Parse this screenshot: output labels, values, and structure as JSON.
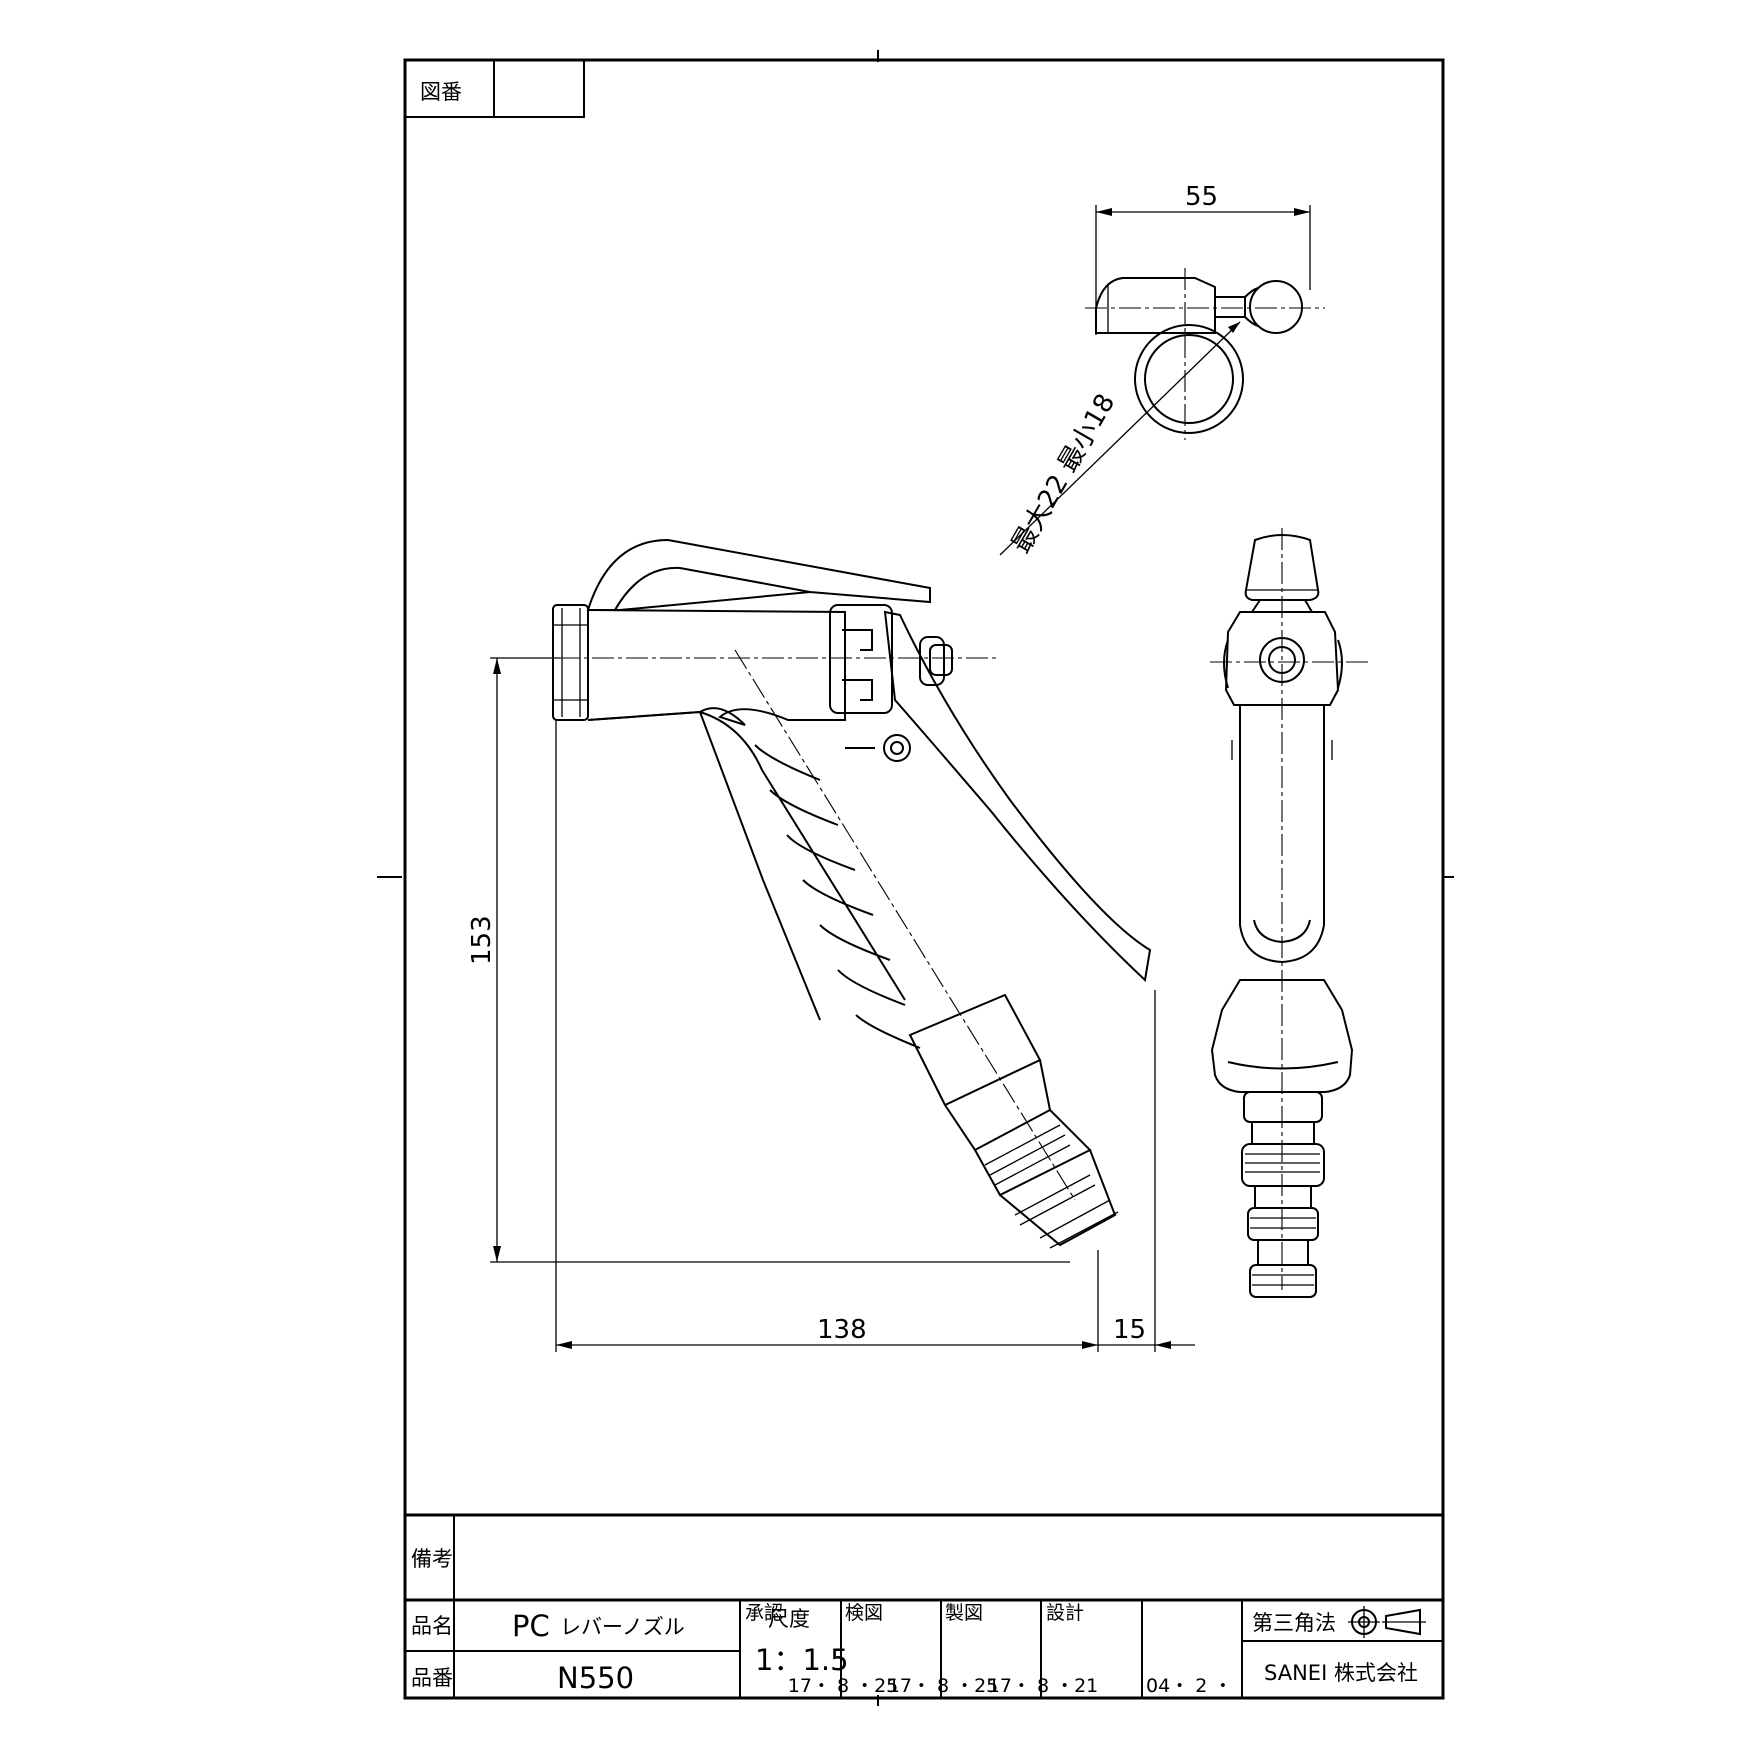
{
  "drawing_number": {
    "label": "図番",
    "value": ""
  },
  "dimensions": {
    "width_top": "55",
    "tube_range": "最大22  最小18",
    "height": "153",
    "length": "138",
    "overhang": "15"
  },
  "title_block": {
    "remarks_label": "備考",
    "remarks_value": "",
    "name_label": "品名",
    "name_prefix": "PC",
    "name_value": "レバーノズル",
    "number_label": "品番",
    "number_value": "N550",
    "scale_label": "尺度",
    "scale_value": "1：1.5",
    "approval": {
      "label": "承認",
      "date": "17・ 8 ・25"
    },
    "inspection": {
      "label": "検図",
      "date": "17・ 8 ・25"
    },
    "drafting": {
      "label": "製図",
      "date": "17・ 8 ・21"
    },
    "design": {
      "label": "設計",
      "date": "04・ 2 ・"
    },
    "projection": "第三角法",
    "company": "SANEI 株式会社"
  }
}
